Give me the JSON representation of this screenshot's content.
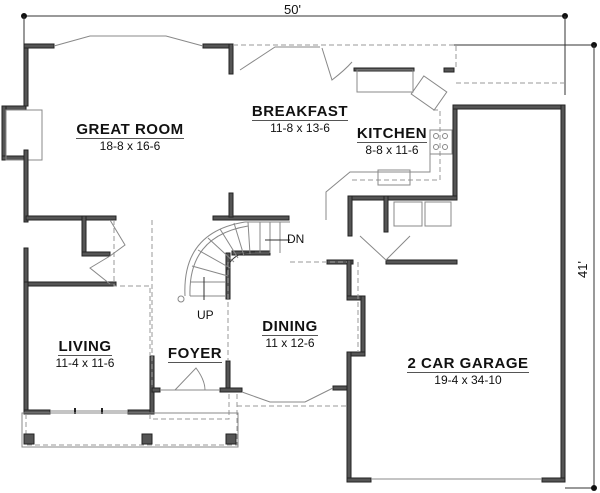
{
  "plan": {
    "overall_width": "50'",
    "overall_depth": "41'",
    "rooms": [
      {
        "id": "great-room",
        "name": "GREAT ROOM",
        "size": "18-8 x 16-6"
      },
      {
        "id": "breakfast",
        "name": "BREAKFAST",
        "size": "11-8 x 13-6"
      },
      {
        "id": "kitchen",
        "name": "KITCHEN",
        "size": "8-8 x 11-6"
      },
      {
        "id": "living",
        "name": "LIVING",
        "size": "11-4 x 11-6"
      },
      {
        "id": "foyer",
        "name": "FOYER",
        "size": ""
      },
      {
        "id": "dining",
        "name": "DINING",
        "size": "11 x 12-6"
      },
      {
        "id": "garage",
        "name": "2 CAR GARAGE",
        "size": "19-4 x 34-10"
      }
    ],
    "stairs": {
      "up_label": "UP",
      "down_label": "DN"
    },
    "colors": {
      "wall": "#555555",
      "line": "#888888",
      "background": "#ffffff"
    }
  }
}
